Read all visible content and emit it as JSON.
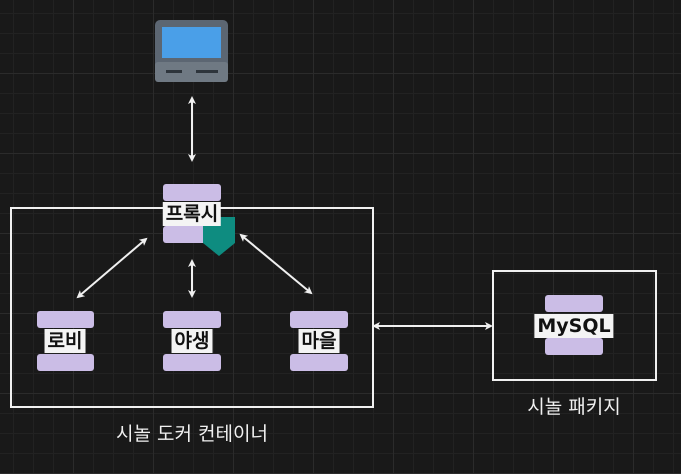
{
  "containers": {
    "docker": {
      "caption": "시놀 도커 컨테이너"
    },
    "package": {
      "caption": "시놀 패키지"
    }
  },
  "nodes": {
    "client": {
      "icon": "laptop-icon"
    },
    "proxy": {
      "label": "프록시",
      "badge_icon": "shield-icon"
    },
    "lobby": {
      "label": "로비"
    },
    "wild": {
      "label": "야생"
    },
    "village": {
      "label": "마을"
    },
    "mysql": {
      "label": "MySQL"
    }
  },
  "colors": {
    "background": "#191919",
    "node_fill": "#cbbde6",
    "line": "#f0f0f0",
    "shield": "#0e8c80",
    "laptop_screen": "#4a9fe8",
    "laptop_body": "#5c6672"
  }
}
